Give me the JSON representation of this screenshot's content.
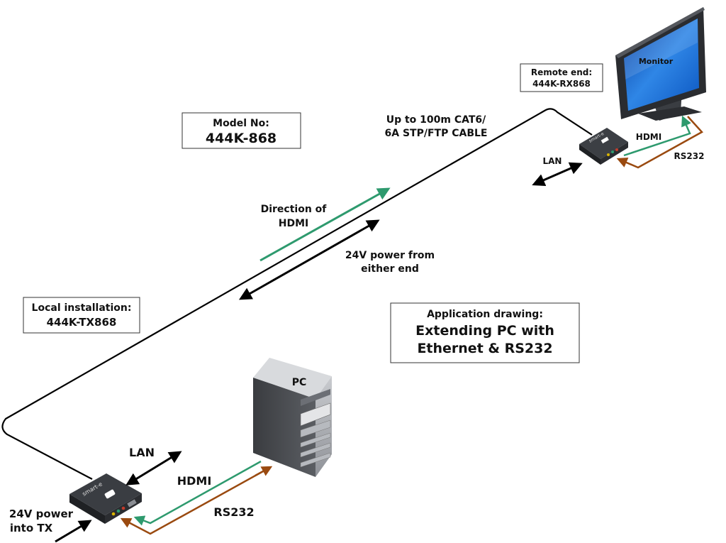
{
  "model_box": {
    "line1": "Model No:",
    "line2": "444K-868"
  },
  "cable_label": {
    "line1": "Up to 100m CAT6/",
    "line2": "6A STP/FTP CABLE"
  },
  "direction_label": {
    "line1": "Direction of",
    "line2": "HDMI"
  },
  "power_label": {
    "line1": "24V power from",
    "line2": "either end"
  },
  "local_box": {
    "line1": "Local installation:",
    "line2": "444K-TX868"
  },
  "remote_box": {
    "line1": "Remote end:",
    "line2": "444K-RX868"
  },
  "app_box": {
    "line1": "Application drawing:",
    "line2": "Extending PC with",
    "line3": "Ethernet & RS232"
  },
  "monitor": {
    "label": "Monitor"
  },
  "pc": {
    "label": "PC"
  },
  "device_brand": "smart-e",
  "tx_labels": {
    "lan": "LAN",
    "hdmi": "HDMI",
    "rs232": "RS232",
    "power_line1": "24V power",
    "power_line2": "into TX"
  },
  "rx_labels": {
    "lan": "LAN",
    "hdmi": "HDMI",
    "rs232": "RS232"
  },
  "colors": {
    "hdmi": "#2e9a6e",
    "rs232": "#9a4a10",
    "cable": "#000000",
    "screen": "#1f6fd0"
  }
}
